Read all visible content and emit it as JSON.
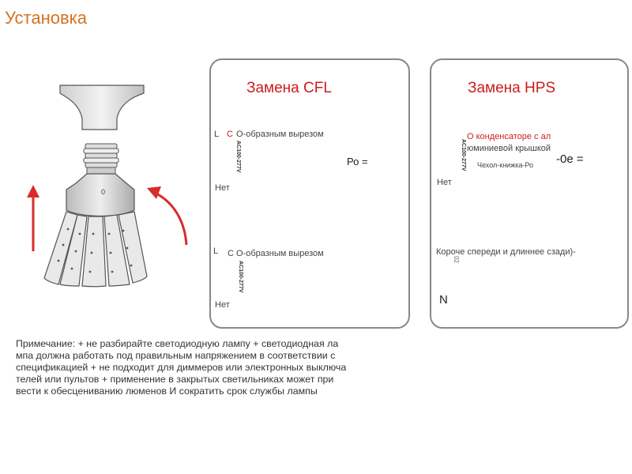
{
  "header": {
    "title": "Установка"
  },
  "bulb": {
    "marker": "0"
  },
  "cfl": {
    "title": "Замена CFL",
    "top": {
      "L": "L",
      "c_label": "С",
      "cut_label": "О-образным вырезом",
      "voltage": "AC100-277V",
      "ro": "Ро =",
      "net": "Нет"
    },
    "bottom": {
      "L": "L",
      "cut_label": "С О-образным вырезом",
      "voltage": "AC100-277V",
      "net": "Нет"
    }
  },
  "hps": {
    "title": "Замена HPS",
    "top": {
      "capacitor": "О конденсаторе с ал",
      "capacitor2": "юминиевой крышкой",
      "voltage": "AC100-277V",
      "cover": "Чехол-книжка-Ро",
      "oe": "-0е =",
      "net": "Нет"
    },
    "bottom": {
      "short_label": "Короче спереди и длиннее сзади)-",
      "code": "02",
      "N": "N"
    }
  },
  "note": {
    "lines": [
      "Примечание: + не разбирайте светодиодную лампу + светодиодная ла",
      "мпа должна работать под правильным напряжением в соответствии с",
      "спецификацией + не подходит для диммеров или электронных выключа",
      "телей или пультов + применение в закрытых светильниках может при",
      "вести к обесцениванию люменов И сократить срок службы лампы"
    ]
  },
  "colors": {
    "title": "#d4731f",
    "accent": "#cc1d1d",
    "arrow": "#d92b2b",
    "frame": "#888888"
  }
}
